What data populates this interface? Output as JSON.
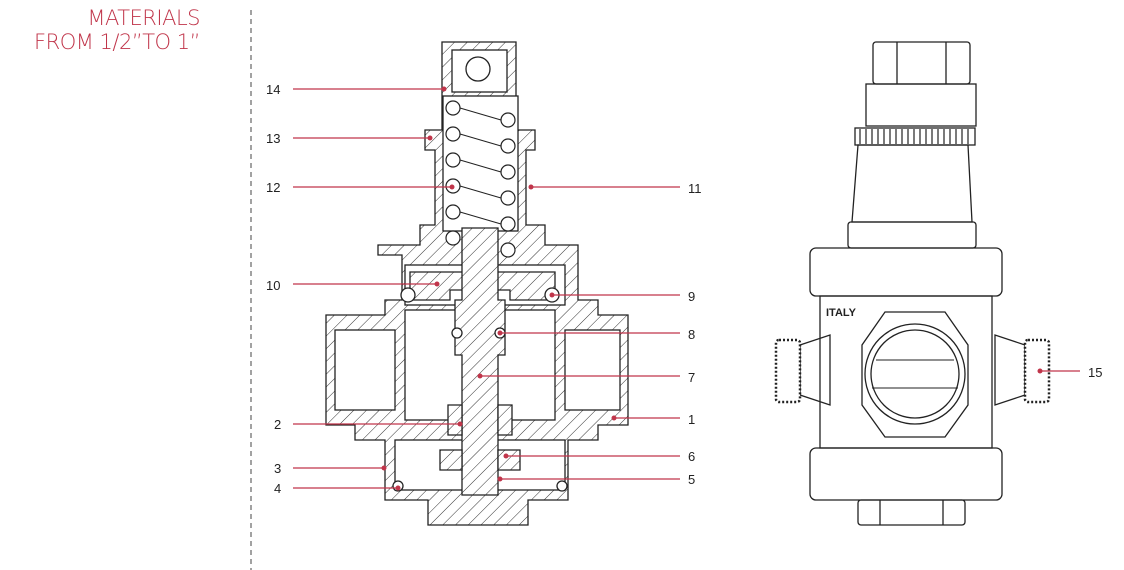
{
  "title": {
    "line1": "MATERIALS",
    "line2": "FROM 1/2”TO 1”"
  },
  "accent_color": "#c0354a",
  "callouts": {
    "c14": "14",
    "c13": "13",
    "c12": "12",
    "c11": "11",
    "c10": "10",
    "c9": "9",
    "c8": "8",
    "c7": "7",
    "c2": "2",
    "c1": "1",
    "c3": "3",
    "c6": "6",
    "c4": "4",
    "c5": "5",
    "c15": "15"
  },
  "exterior_marking": "ITALY"
}
